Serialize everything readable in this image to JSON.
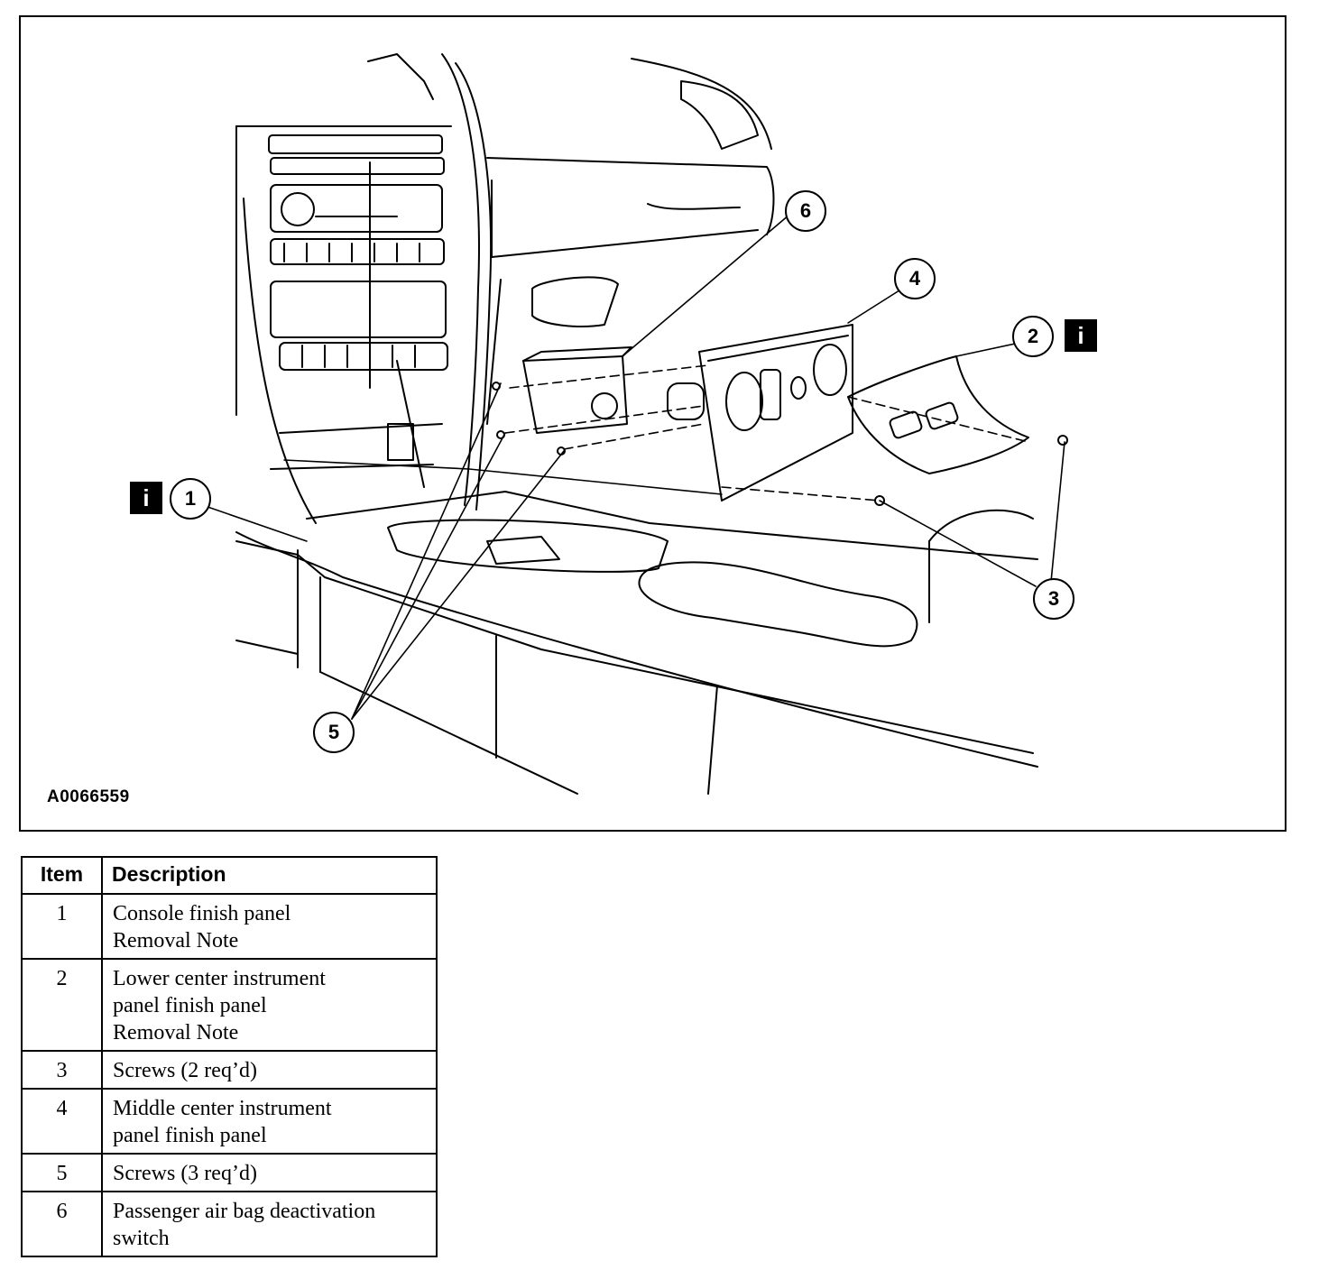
{
  "figure": {
    "id": "A0066559",
    "callouts": [
      {
        "num": "1",
        "info": "i"
      },
      {
        "num": "2",
        "info": "i"
      },
      {
        "num": "3"
      },
      {
        "num": "4"
      },
      {
        "num": "5"
      },
      {
        "num": "6"
      }
    ]
  },
  "table": {
    "headers": {
      "item": "Item",
      "description": "Description"
    },
    "rows": [
      {
        "item": "1",
        "lines": [
          "Console finish panel",
          "Removal Note"
        ]
      },
      {
        "item": "2",
        "lines": [
          "Lower center instrument",
          "panel finish panel",
          "Removal Note"
        ]
      },
      {
        "item": "3",
        "lines": [
          "Screws (2 req’d)"
        ]
      },
      {
        "item": "4",
        "lines": [
          "Middle center instrument",
          "panel finish panel"
        ]
      },
      {
        "item": "5",
        "lines": [
          "Screws (3 req’d)"
        ]
      },
      {
        "item": "6",
        "lines": [
          "Passenger air bag deactivation",
          "switch"
        ]
      }
    ]
  }
}
